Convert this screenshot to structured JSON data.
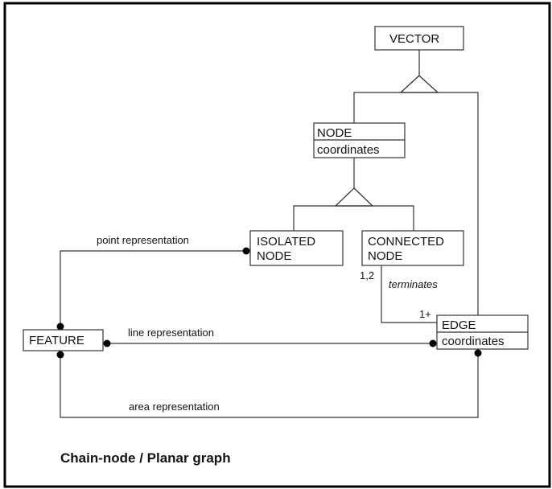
{
  "diagram": {
    "caption": "Chain-node / Planar graph",
    "entities": {
      "vector": {
        "name": "VECTOR"
      },
      "node": {
        "name": "NODE",
        "attribute": "coordinates"
      },
      "isolated_node": {
        "line1": "ISOLATED",
        "line2": "NODE"
      },
      "connected_node": {
        "line1": "CONNECTED",
        "line2": "NODE"
      },
      "edge": {
        "name": "EDGE",
        "attribute": "coordinates"
      },
      "feature": {
        "name": "FEATURE"
      }
    },
    "relationships": {
      "point": {
        "label": "point representation",
        "from": "FEATURE",
        "to": "ISOLATED NODE"
      },
      "line": {
        "label": "line representation",
        "from": "FEATURE",
        "to": "EDGE"
      },
      "area": {
        "label": "area representation",
        "from": "FEATURE",
        "to": "EDGE"
      },
      "terminates": {
        "label": "terminates",
        "from": "CONNECTED NODE",
        "to": "EDGE",
        "from_cardinality": "1,2",
        "to_cardinality": "1+"
      }
    },
    "generalizations": [
      {
        "parent": "VECTOR",
        "children": [
          "NODE",
          "EDGE"
        ]
      },
      {
        "parent": "NODE",
        "children": [
          "ISOLATED NODE",
          "CONNECTED NODE"
        ]
      }
    ]
  }
}
